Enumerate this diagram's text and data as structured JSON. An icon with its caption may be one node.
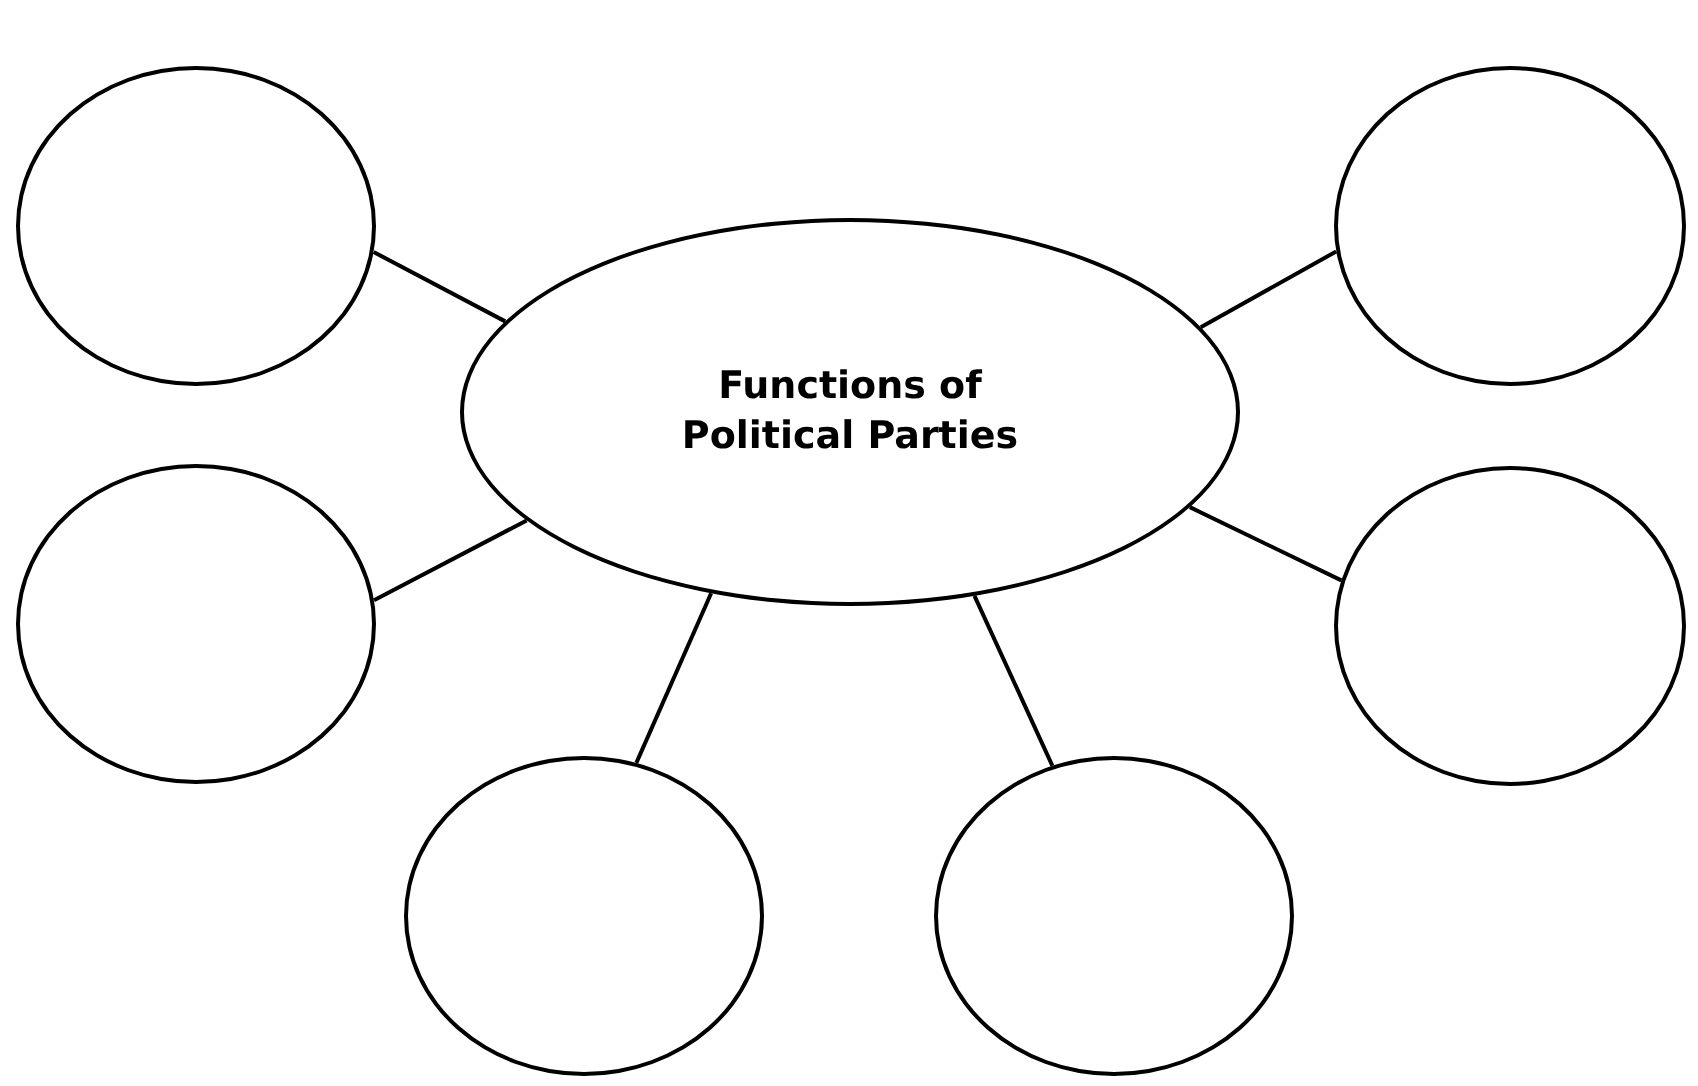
{
  "diagram": {
    "nodes": [
      {
        "text": [
          "Functions of Political Parties"
        ]
      },
      {
        "text": [],
        "shape": "circle"
      },
      {
        "text": [],
        "shape": "circle"
      },
      {
        "text": [],
        "shape": "circle"
      },
      {
        "text": [],
        "shape": "circle"
      },
      {
        "text": [],
        "shape": "circle"
      },
      {
        "text": [],
        "shape": "circle"
      }
    ],
    "edges": [
      {
        "from": 0,
        "to": 1,
        "arrow": "none"
      },
      {
        "from": 0,
        "to": 2,
        "arrow": "none"
      },
      {
        "from": 0,
        "to": 3,
        "arrow": "none"
      },
      {
        "from": 0,
        "to": 4,
        "arrow": "none"
      },
      {
        "from": 0,
        "to": 5,
        "arrow": "none"
      },
      {
        "from": 0,
        "to": 6,
        "arrow": "none"
      }
    ]
  }
}
